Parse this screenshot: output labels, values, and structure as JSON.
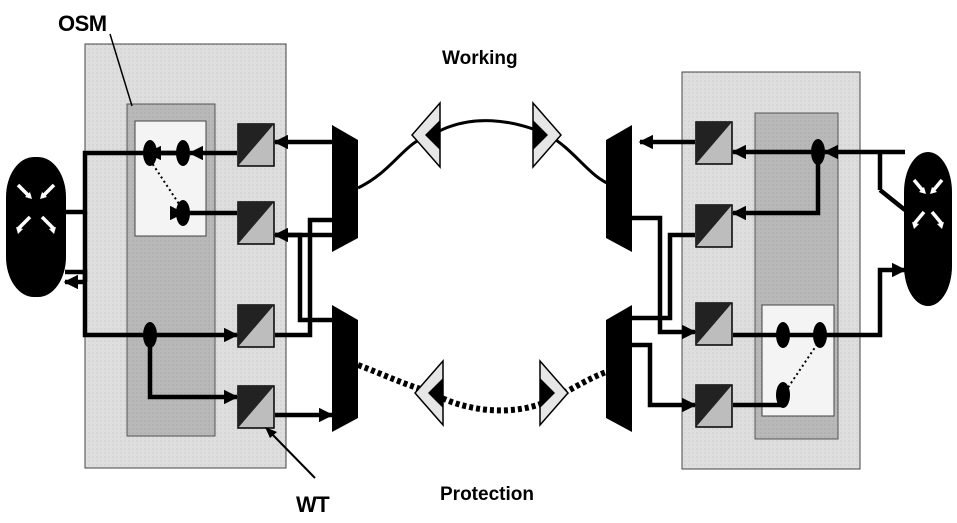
{
  "labels": {
    "osm": "OSM",
    "wt": "WT",
    "working": "Working",
    "protection": "Protection"
  },
  "colors": {
    "outer_panel": "#dedede",
    "inner_panel": "#b8b8b8",
    "switch_box": "#f4f4f4",
    "ink": "#000000",
    "amp_fill": "#e6e6e6",
    "transponder_light": "#bdbdbd"
  },
  "icons": {
    "router": "router-icon",
    "transponder": "transponder-icon",
    "mux": "mux-icon",
    "amplifier": "amplifier-icon",
    "switch_node": "switch-node-icon"
  }
}
